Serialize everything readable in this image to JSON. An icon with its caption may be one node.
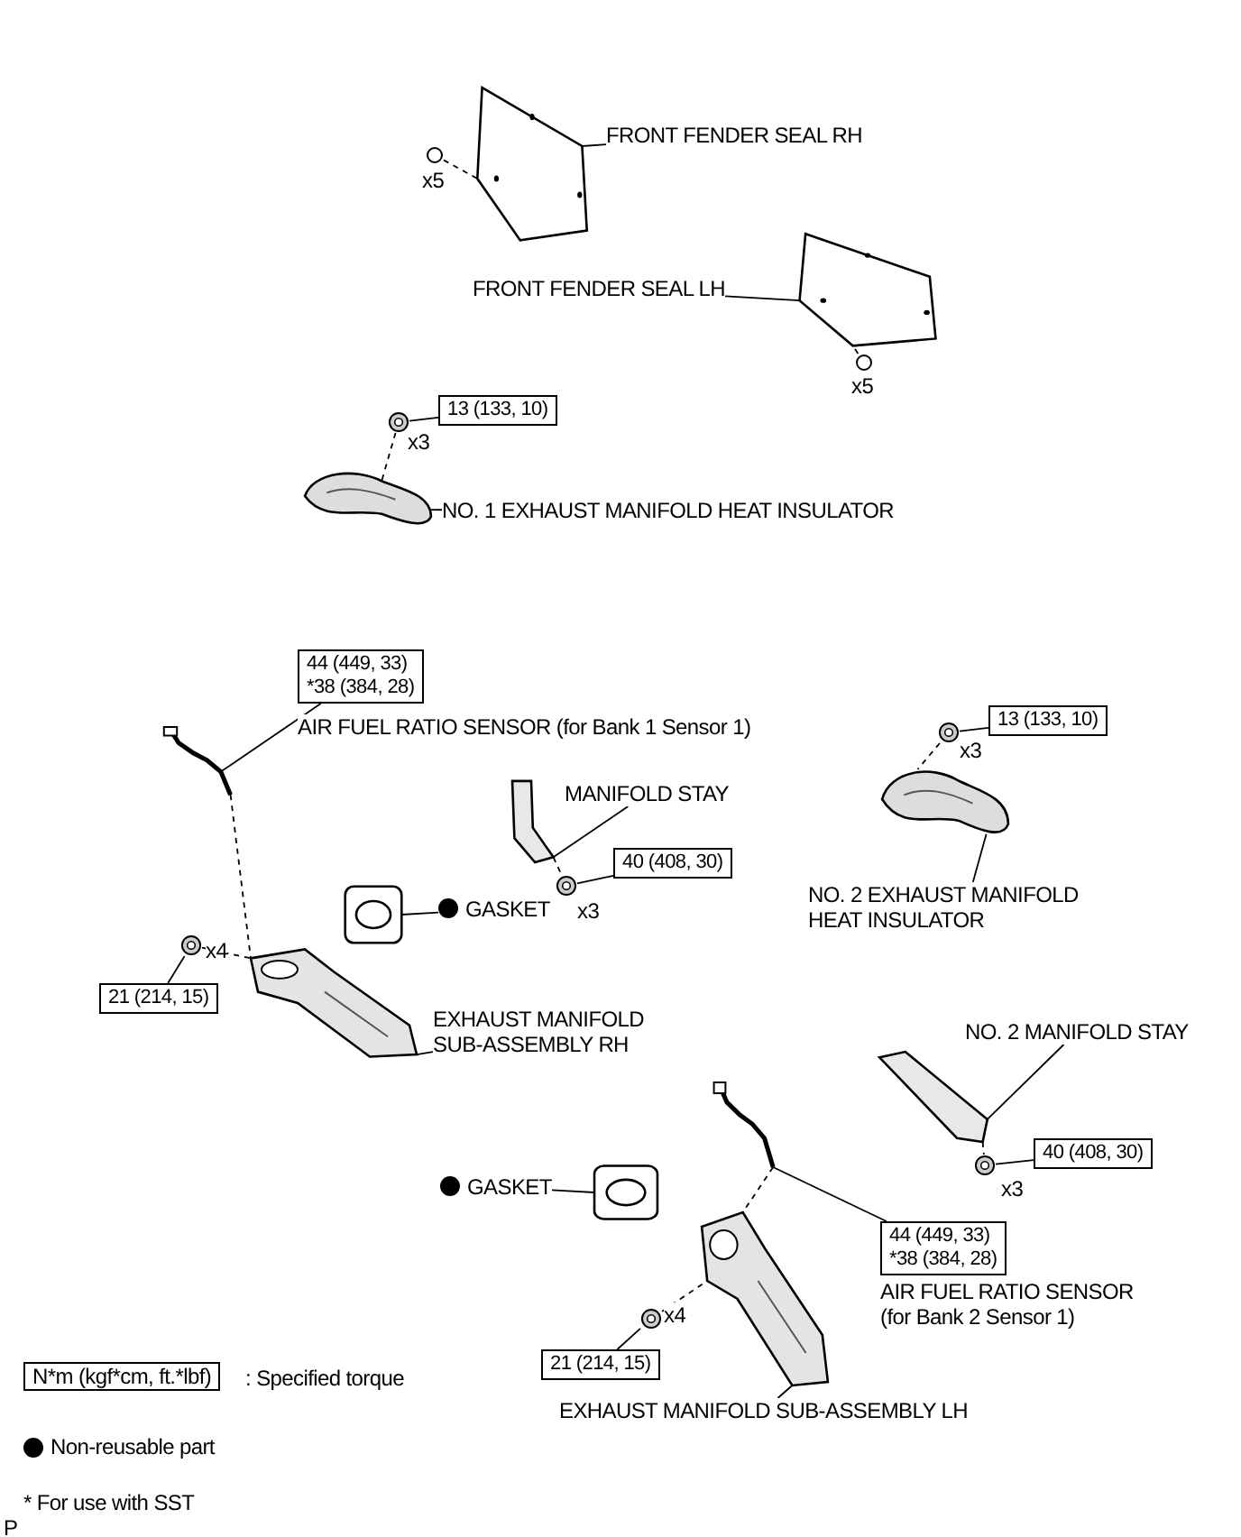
{
  "diagram": {
    "nodes": [
      {
        "text": [
          "FRONT FENDER SEAL RH"
        ]
      },
      {
        "text": [],
        "shape": "picture"
      },
      {
        "text": [],
        "shape": "circle",
        "beside": [
          "x5"
        ]
      },
      {
        "text": [
          "FRONT FENDER SEAL LH"
        ]
      },
      {
        "text": [],
        "shape": "picture"
      },
      {
        "text": [],
        "shape": "circle",
        "beside": [
          "x5"
        ]
      },
      {
        "text": [
          "13 (133, 10)"
        ]
      },
      {
        "text": [],
        "shape": "picture",
        "beside": [
          "x3"
        ]
      },
      {
        "text": [
          "NO. 1 EXHAUST MANIFOLD HEAT INSULATOR"
        ]
      },
      {
        "text": [],
        "shape": "picture"
      },
      {
        "text": [
          "44 (449, 33)",
          "*38 (384, 28)"
        ]
      },
      {
        "text": [
          "AIR FUEL RATIO SENSOR (for Bank 1 Sensor 1)"
        ]
      },
      {
        "text": [],
        "shape": "picture"
      },
      {
        "text": [
          "MANIFOLD STAY"
        ]
      },
      {
        "text": [],
        "shape": "picture"
      },
      {
        "text": [
          "40 (408, 30)"
        ]
      },
      {
        "text": [],
        "shape": "picture",
        "beside": [
          "x3"
        ]
      },
      {
        "text": [
          "GASKET"
        ]
      },
      {
        "text": [],
        "shape": "picture"
      },
      {
        "text": [
          "13 (133, 10)"
        ]
      },
      {
        "text": [],
        "shape": "picture",
        "beside": [
          "x3"
        ]
      },
      {
        "text": [],
        "shape": "picture"
      },
      {
        "text": [
          "NO. 2 EXHAUST MANIFOLD HEAT INSULATOR"
        ]
      },
      {
        "text": [
          "21 (214, 15)"
        ]
      },
      {
        "text": [],
        "shape": "picture",
        "beside": [
          "x4"
        ]
      },
      {
        "text": [],
        "shape": "picture"
      },
      {
        "text": [
          "EXHAUST MANIFOLD SUB-ASSEMBLY RH"
        ]
      },
      {
        "text": [
          "NO. 2 MANIFOLD STAY"
        ]
      },
      {
        "text": [],
        "shape": "picture"
      },
      {
        "text": [
          "40 (408, 30)"
        ]
      },
      {
        "text": [],
        "shape": "picture",
        "beside": [
          "x3"
        ]
      },
      {
        "text": [
          "GASKET"
        ]
      },
      {
        "text": [],
        "shape": "picture"
      },
      {
        "text": [],
        "shape": "picture"
      },
      {
        "text": [
          "44 (449, 33)",
          "*38 (384, 28)"
        ]
      },
      {
        "text": [
          "AIR FUEL RATIO SENSOR (for Bank 2 Sensor 1)"
        ]
      },
      {
        "text": [],
        "shape": "picture",
        "beside": [
          "x4"
        ]
      },
      {
        "text": [],
        "shape": "picture"
      },
      {
        "text": [
          "21 (214, 15)"
        ]
      },
      {
        "text": [
          "EXHAUST MANIFOLD SUB-ASSEMBLY LH"
        ]
      }
    ],
    "edges": [
      {
        "from": 0,
        "to": 1,
        "arrow": "none"
      },
      {
        "from": 2,
        "to": 1,
        "arrow": "none",
        "style": "dashed"
      },
      {
        "from": 3,
        "to": 4,
        "arrow": "none"
      },
      {
        "from": 5,
        "to": 4,
        "arrow": "none",
        "style": "dashed"
      },
      {
        "from": 6,
        "to": 7,
        "arrow": "none"
      },
      {
        "from": 7,
        "to": 9,
        "arrow": "none",
        "style": "dashed"
      },
      {
        "from": 8,
        "to": 9,
        "arrow": "none"
      },
      {
        "from": 10,
        "to": 12,
        "arrow": "none"
      },
      {
        "from": 12,
        "to": 25,
        "arrow": "none",
        "style": "dashed"
      },
      {
        "from": 13,
        "to": 14,
        "arrow": "none"
      },
      {
        "from": 14,
        "to": 16,
        "arrow": "none",
        "style": "dashed"
      },
      {
        "from": 15,
        "to": 16,
        "arrow": "none"
      },
      {
        "from": 17,
        "to": 18,
        "arrow": "none"
      },
      {
        "from": 19,
        "to": 20,
        "arrow": "none"
      },
      {
        "from": 20,
        "to": 21,
        "arrow": "none",
        "style": "dashed"
      },
      {
        "from": 22,
        "to": 21,
        "arrow": "none"
      },
      {
        "from": 23,
        "to": 24,
        "arrow": "none"
      },
      {
        "from": 24,
        "to": 25,
        "arrow": "none",
        "style": "dashed"
      },
      {
        "from": 26,
        "to": 25,
        "arrow": "none"
      },
      {
        "from": 27,
        "to": 28,
        "arrow": "none"
      },
      {
        "from": 28,
        "to": 30,
        "arrow": "none",
        "style": "dashed"
      },
      {
        "from": 29,
        "to": 30,
        "arrow": "none"
      },
      {
        "from": 31,
        "to": 32,
        "arrow": "none"
      },
      {
        "from": 34,
        "to": 33,
        "arrow": "none"
      },
      {
        "from": 33,
        "to": 37,
        "arrow": "none",
        "style": "dashed"
      },
      {
        "from": 36,
        "to": 37,
        "arrow": "none",
        "style": "dashed"
      },
      {
        "from": 38,
        "to": 36,
        "arrow": "none"
      },
      {
        "from": 39,
        "to": 37,
        "arrow": "none"
      }
    ],
    "labels": [
      "N*m (kgf*cm, ft.*lbf)",
      "P"
    ],
    "legend": [
      {
        "text": ": Specified torque"
      },
      {
        "text": "Non-reusable part"
      },
      {
        "text": "* For use with SST"
      }
    ]
  }
}
